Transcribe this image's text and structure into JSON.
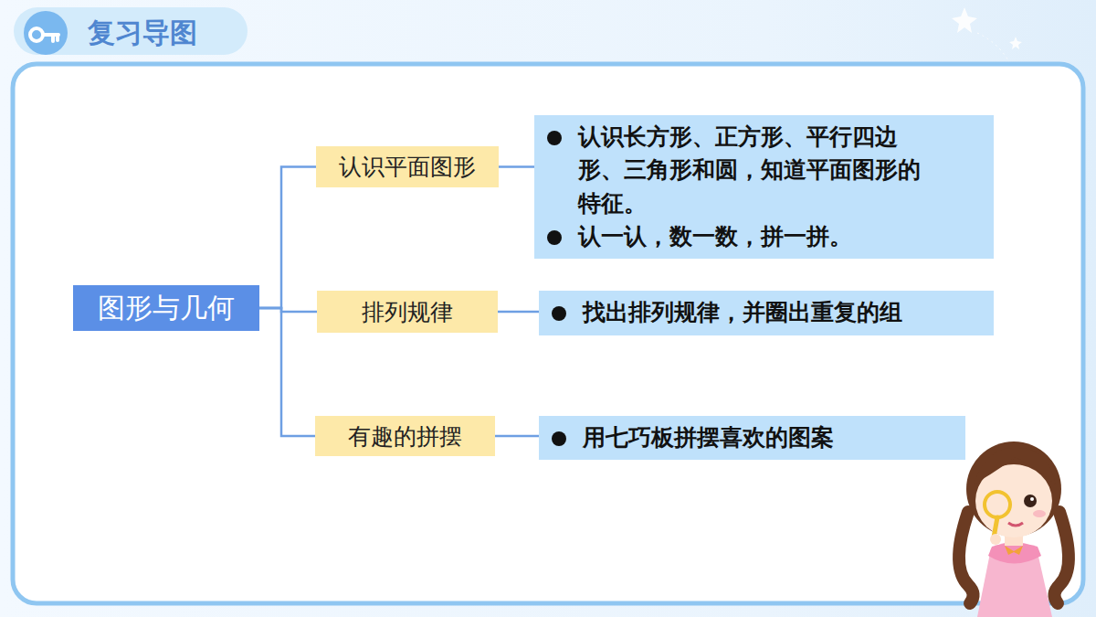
{
  "diagram": {
    "title": "复习导图",
    "nodes": [
      {
        "text": [
          "图形与几何"
        ]
      },
      {
        "text": [
          "认识平面图形"
        ]
      },
      {
        "text": [
          "排列规律"
        ]
      },
      {
        "text": [
          "有趣的拼摆"
        ]
      },
      {
        "text": [
          "认识长方形、正方形、平行四边形、三角形和圆，知道平面图形的特征。",
          "认一认，数一数，拼一拼。"
        ]
      },
      {
        "text": [
          "找出排列规律，并圈出重复的组"
        ]
      },
      {
        "text": [
          "用七巧板拼摆喜欢的图案"
        ]
      }
    ],
    "edges": [
      {
        "from": 0,
        "to": 1,
        "arrow": "none"
      },
      {
        "from": 0,
        "to": 2,
        "arrow": "none"
      },
      {
        "from": 0,
        "to": 3,
        "arrow": "none"
      },
      {
        "from": 1,
        "to": 4,
        "arrow": "none"
      },
      {
        "from": 2,
        "to": 5,
        "arrow": "none"
      },
      {
        "from": 3,
        "to": 6,
        "arrow": "none"
      }
    ]
  }
}
